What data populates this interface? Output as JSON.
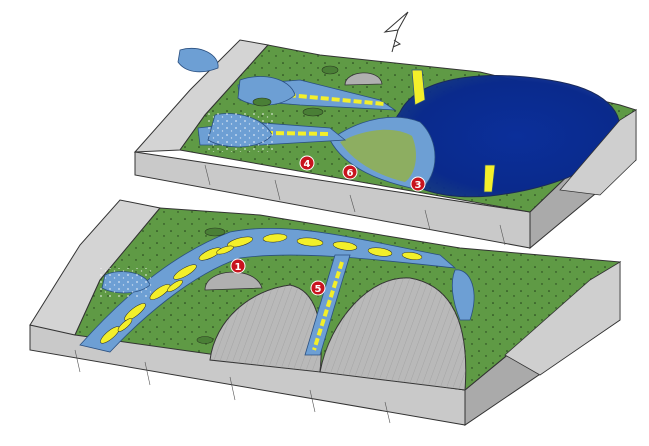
{
  "colors": {
    "plain": "#5f9a45",
    "plain_dark": "#4a7f36",
    "fan": "#6d9fd4",
    "fan_light": "#a9c9ec",
    "bar": "#f3ef2a",
    "lake": "#0b2f9a",
    "lake_deep": "#081f6e",
    "rock_light": "#d7d7d7",
    "rock": "#b9b9b9",
    "rock_dark": "#8e8e8e",
    "marker": "#c8141e"
  },
  "north_arrow": {
    "icon": "north-arrow-icon"
  },
  "markers": [
    {
      "id": "m4",
      "label": "4"
    },
    {
      "id": "m6",
      "label": "6"
    },
    {
      "id": "m3",
      "label": "3"
    },
    {
      "id": "m1",
      "label": "1"
    },
    {
      "id": "m5",
      "label": "5"
    }
  ]
}
